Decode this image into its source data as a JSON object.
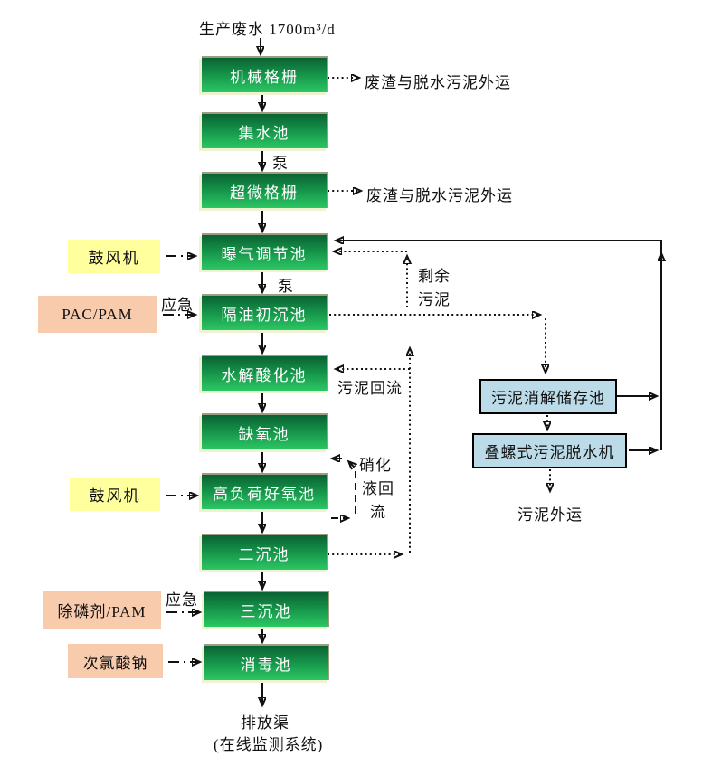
{
  "influent": "生产废水 1700m³/d",
  "process": [
    {
      "label": "机械格栅"
    },
    {
      "label": "集水池"
    },
    {
      "label": "超微格栅"
    },
    {
      "label": "曝气调节池"
    },
    {
      "label": "隔油初沉池"
    },
    {
      "label": "水解酸化池"
    },
    {
      "label": "缺氧池"
    },
    {
      "label": "高负荷好氧池"
    },
    {
      "label": "二沉池"
    },
    {
      "label": "三沉池"
    },
    {
      "label": "消毒池"
    }
  ],
  "dosing": [
    {
      "label": "鼓风机",
      "type": "blower"
    },
    {
      "label": "PAC/PAM",
      "type": "chemical"
    },
    {
      "label": "鼓风机",
      "type": "blower"
    },
    {
      "label": "除磷剂/PAM",
      "type": "chemical"
    },
    {
      "label": "次氯酸钠",
      "type": "chemical"
    }
  ],
  "sludge": [
    {
      "label": "污泥消解储存池"
    },
    {
      "label": "叠螺式污泥脱水机"
    }
  ],
  "notes": {
    "waste_out_1": "废渣与脱水污泥外运",
    "waste_out_2": "废渣与脱水污泥外运",
    "pump_1": "泵",
    "pump_2": "泵",
    "emergency_1": "应急",
    "emergency_2": "应急",
    "excess_sludge_1": "剩余",
    "excess_sludge_2": "污泥",
    "sludge_return": "污泥回流",
    "nitrate_return_1": "硝化",
    "nitrate_return_2": "液回",
    "nitrate_return_3": "流",
    "sludge_out": "污泥外运",
    "outfall": "排放渠",
    "monitoring": "(在线监测系统)"
  },
  "colors": {
    "process_gradient_top": "#0a6232",
    "process_gradient_bottom": "#2cc764",
    "blower_fill": "#ffff9e",
    "chemical_fill": "#f8cbad",
    "sludge_fill": "#bcdbe8",
    "line": "#111111"
  }
}
